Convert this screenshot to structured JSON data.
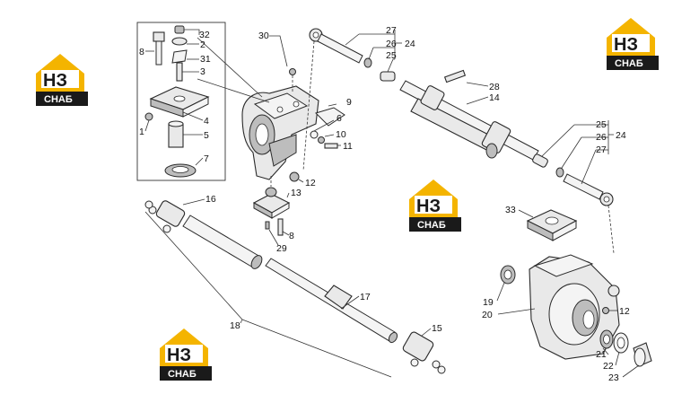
{
  "logo": {
    "letters": "НЗ",
    "caption": "СНАБ",
    "colors": {
      "house": "#f4b400",
      "letters": "#1a1a1a",
      "caption_bg": "#1a1a1a",
      "caption_text": "#ffffff"
    }
  },
  "callouts": {
    "c1": "1",
    "c2": "2",
    "c3": "3",
    "c4": "4",
    "c5": "5",
    "c6": "6",
    "c7": "7",
    "c8a": "8",
    "c8b": "8",
    "c9": "9",
    "c10": "10",
    "c11": "11",
    "c12a": "12",
    "c12b": "12",
    "c13": "13",
    "c14": "14",
    "c15": "15",
    "c16": "16",
    "c17": "17",
    "c18": "18",
    "c19": "19",
    "c20": "20",
    "c21": "21",
    "c22": "22",
    "c23": "23",
    "c24a": "24",
    "c24b": "24",
    "c25a": "25",
    "c25b": "25",
    "c26a": "26",
    "c26b": "26",
    "c27a": "27",
    "c27b": "27",
    "c28": "28",
    "c29": "29",
    "c30": "30",
    "c31": "31",
    "c32": "32",
    "c33": "33"
  }
}
